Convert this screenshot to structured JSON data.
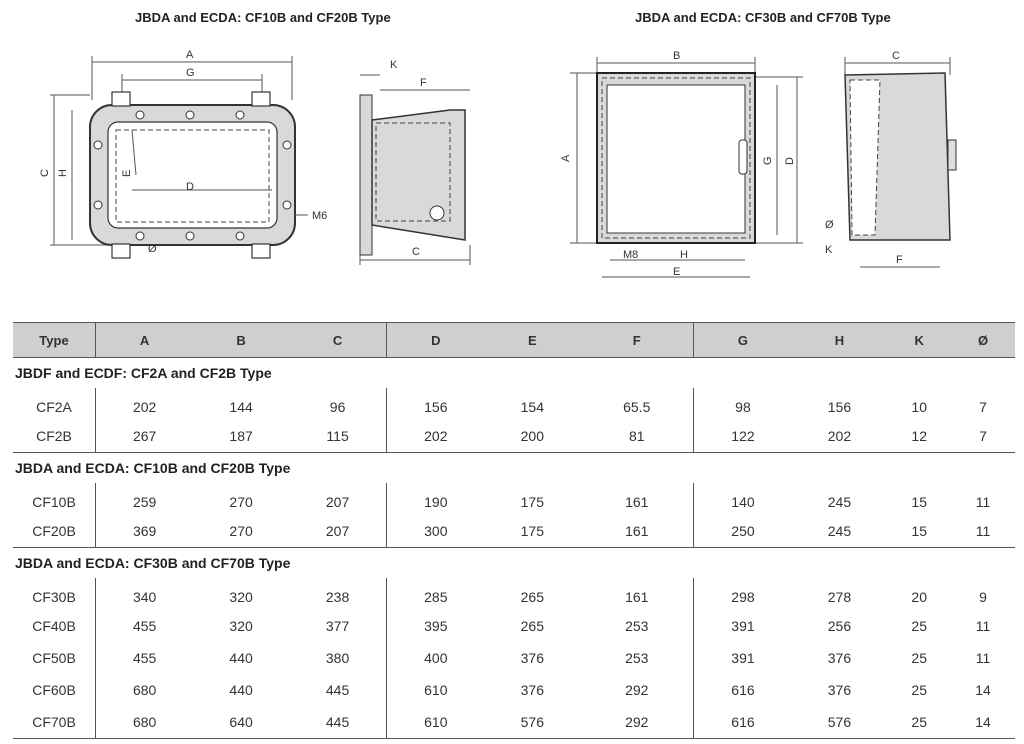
{
  "captions": {
    "left": "JBDA and ECDA: CF10B and CF20B Type",
    "right": "JBDA and ECDA: CF30B and CF70B Type"
  },
  "drawing_left": {
    "labels": {
      "a": "A",
      "g": "G",
      "h": "H",
      "c": "C",
      "e": "E",
      "d": "D",
      "phi": "Ø",
      "m6": "M6",
      "k": "K",
      "f": "F",
      "c2": "C"
    }
  },
  "drawing_right": {
    "labels": {
      "b": "B",
      "a": "A",
      "g": "G",
      "d": "D",
      "m8": "M8",
      "h": "H",
      "e": "E",
      "c": "C",
      "phi": "Ø",
      "k": "K",
      "f": "F"
    }
  },
  "table": {
    "columns": [
      "Type",
      "A",
      "B",
      "C",
      "D",
      "E",
      "F",
      "G",
      "H",
      "K",
      "Ø"
    ],
    "groups": [
      {
        "title": "JBDF and ECDF: CF2A and CF2B Type",
        "rows": [
          [
            "CF2A",
            "202",
            "144",
            "96",
            "156",
            "154",
            "65.5",
            "98",
            "156",
            "10",
            "7"
          ],
          [
            "CF2B",
            "267",
            "187",
            "115",
            "202",
            "200",
            "81",
            "122",
            "202",
            "12",
            "7"
          ]
        ]
      },
      {
        "title": "JBDA and ECDA: CF10B and CF20B Type",
        "rows": [
          [
            "CF10B",
            "259",
            "270",
            "207",
            "190",
            "175",
            "161",
            "140",
            "245",
            "15",
            "11"
          ],
          [
            "CF20B",
            "369",
            "270",
            "207",
            "300",
            "175",
            "161",
            "250",
            "245",
            "15",
            "11"
          ]
        ]
      },
      {
        "title": "JBDA and ECDA: CF30B and CF70B Type",
        "rows": [
          [
            "CF30B",
            "340",
            "320",
            "238",
            "285",
            "265",
            "161",
            "298",
            "278",
            "20",
            "9"
          ],
          [
            "CF40B",
            "455",
            "320",
            "377",
            "395",
            "265",
            "253",
            "391",
            "256",
            "25",
            "11"
          ],
          [
            "CF50B",
            "455",
            "440",
            "380",
            "400",
            "376",
            "253",
            "391",
            "376",
            "25",
            "11"
          ],
          [
            "CF60B",
            "680",
            "440",
            "445",
            "610",
            "376",
            "292",
            "616",
            "376",
            "25",
            "14"
          ],
          [
            "CF70B",
            "680",
            "640",
            "445",
            "610",
            "576",
            "292",
            "616",
            "576",
            "25",
            "14"
          ]
        ]
      }
    ]
  }
}
